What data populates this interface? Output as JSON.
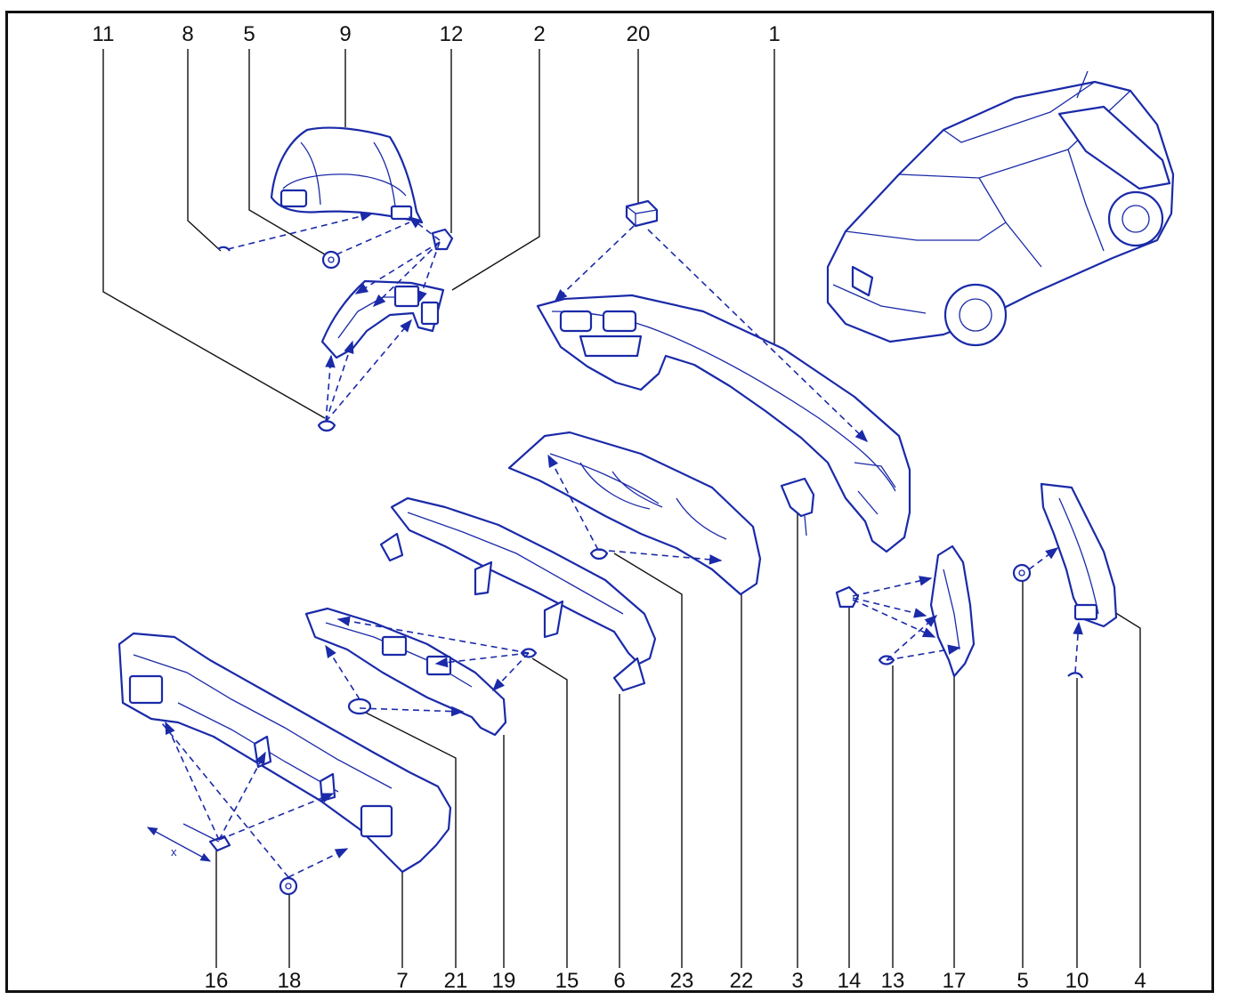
{
  "diagram": {
    "accent_color": "#1a2aa8",
    "line_color": "#111111",
    "dimension_label": "x",
    "callouts_top": [
      "11",
      "8",
      "5",
      "9",
      "12",
      "2",
      "20",
      "1"
    ],
    "callouts_bottom": [
      "16",
      "18",
      "7",
      "21",
      "19",
      "15",
      "6",
      "23",
      "22",
      "3",
      "14",
      "13",
      "17",
      "5",
      "10",
      "4"
    ]
  }
}
